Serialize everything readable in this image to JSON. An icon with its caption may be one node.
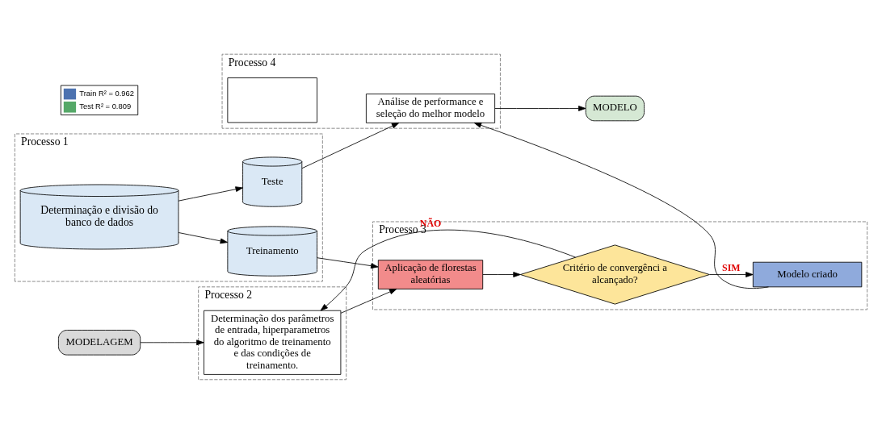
{
  "diagram": {
    "nodes": [
      {
        "text": [
          "MODELAGEM"
        ]
      },
      {
        "text": [
          "Processo 2"
        ]
      },
      {
        "text": [
          "Determinação dos parâmetros de entrada, hiperparametros do algoritmo de treinamento e das condições de treinamento."
        ],
        "in": 1
      },
      {
        "text": [
          "Processo 1"
        ]
      },
      {
        "text": [
          "Determinação e divisão do banco de dados"
        ],
        "in": 3
      },
      {
        "text": [
          "Treinamento"
        ],
        "in": 3
      },
      {
        "text": [
          "Teste"
        ],
        "in": 3
      },
      {
        "text": [
          "Processo 4"
        ]
      },
      {
        "text": [],
        "shape": "box",
        "in": 7
      },
      {
        "text": [
          "Análise de performance e seleção do melhor modelo"
        ],
        "in": 7
      },
      {
        "text": [
          "Processo 3"
        ]
      },
      {
        "text": [
          "Aplicação de florestas aleatórias"
        ],
        "in": 10
      },
      {
        "text": [
          "Critério de convergênci a alcançado?"
        ],
        "in": 10
      },
      {
        "text": [
          "Modelo criado"
        ],
        "in": 10
      },
      {
        "text": [
          "MODELO"
        ]
      }
    ],
    "edges": [
      {
        "from": 0,
        "to": 2,
        "arrow": "to"
      },
      {
        "from": 2,
        "to": 11,
        "arrow": "to"
      },
      {
        "from": 4,
        "to": 5,
        "arrow": "to"
      },
      {
        "from": 4,
        "to": 6,
        "arrow": "to"
      },
      {
        "from": 5,
        "to": 11,
        "arrow": "to"
      },
      {
        "from": 6,
        "to": 9,
        "arrow": "to"
      },
      {
        "from": 11,
        "to": 12,
        "arrow": "to"
      },
      {
        "from": 12,
        "to": 13,
        "arrow": "to",
        "label": "SIM"
      },
      {
        "from": 12,
        "to": 2,
        "arrow": "to",
        "label": "NÃO"
      },
      {
        "from": 13,
        "to": 9,
        "arrow": "to"
      },
      {
        "from": 9,
        "to": 14,
        "arrow": "to"
      }
    ],
    "legend": [
      {
        "text": "Train R² = 0.962",
        "color": "#4c72b0"
      },
      {
        "text": "Test R² = 0.809",
        "color": "#55a868"
      }
    ]
  }
}
